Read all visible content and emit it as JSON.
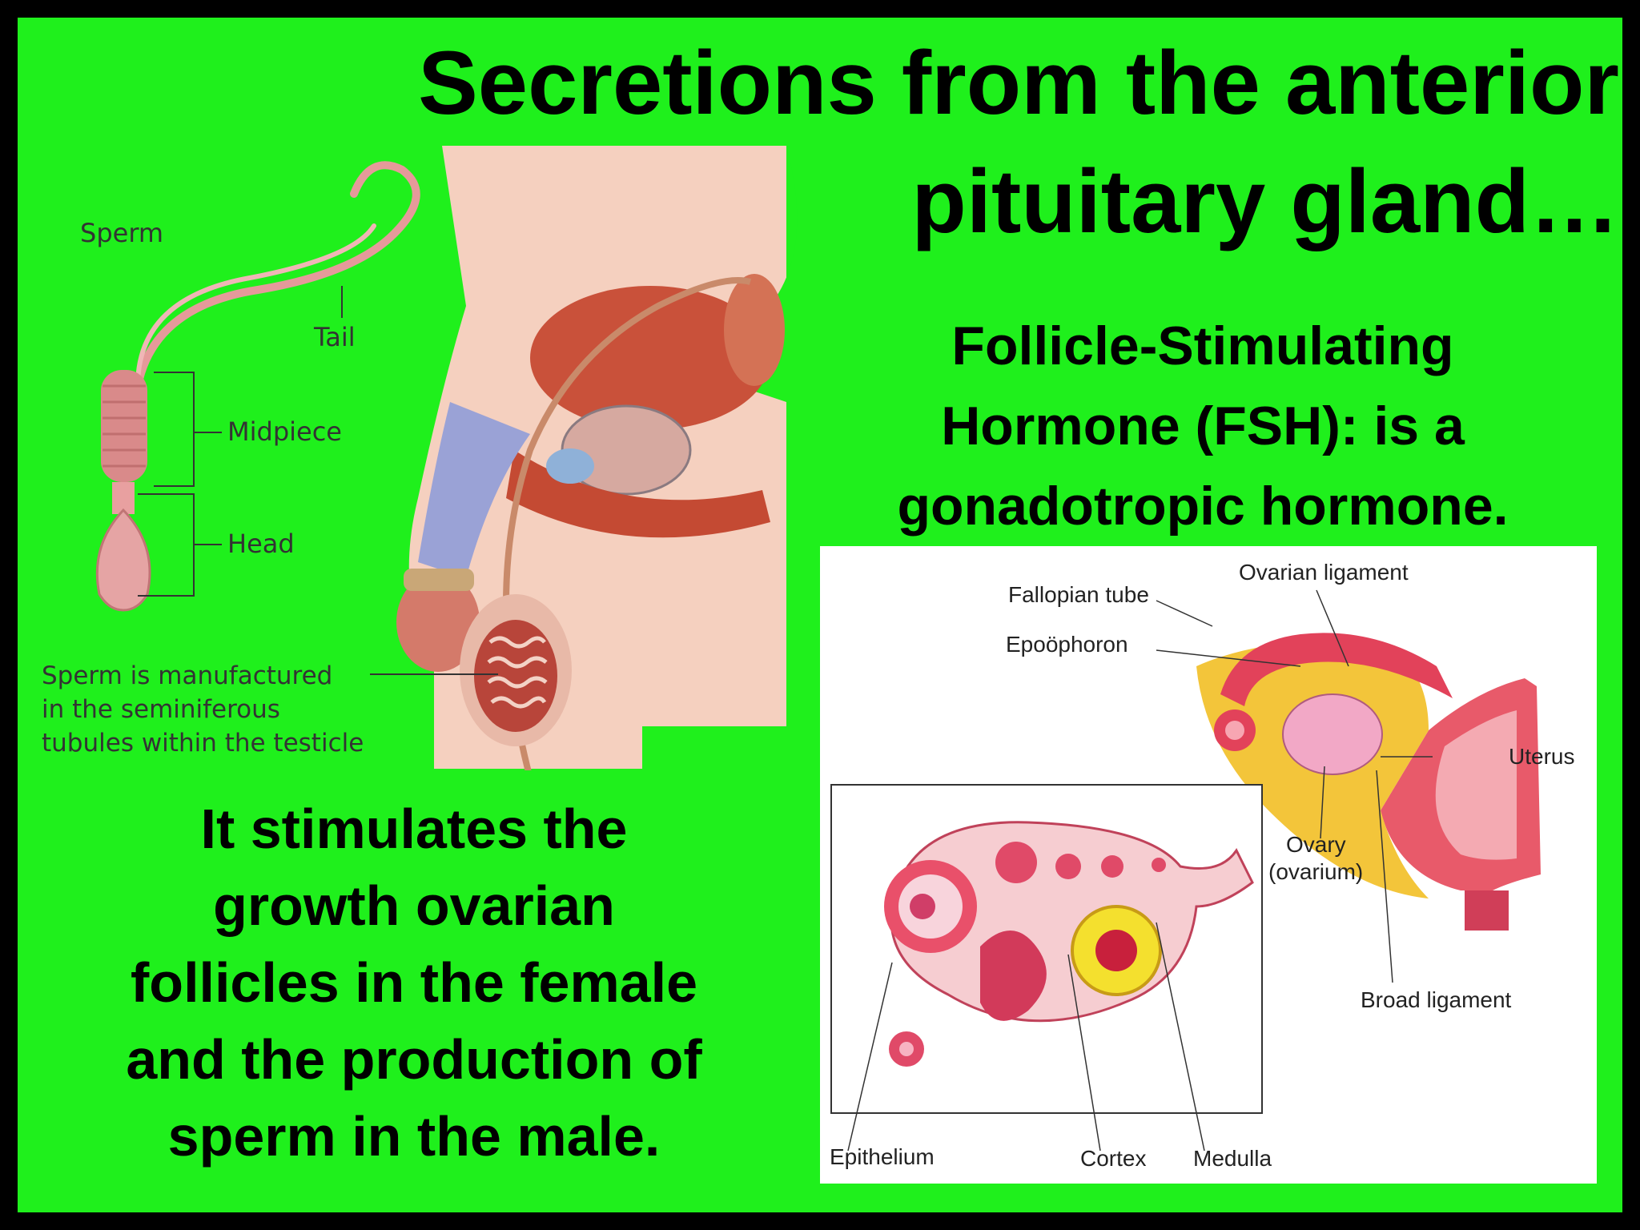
{
  "title": {
    "line1": "Secretions from the anterior",
    "line2": "pituitary gland…"
  },
  "fsh_text": {
    "line1": "Follicle-Stimulating",
    "line2": "Hormone (FSH):  is a",
    "line3": "gonadotropic hormone."
  },
  "stimulates_text": {
    "line1": "It stimulates the",
    "line2": "growth ovarian",
    "line3": "follicles in the female",
    "line4": "and the production of",
    "line5": "sperm in the male."
  },
  "male_figure": {
    "sperm_label": "Sperm",
    "tail_label": "Tail",
    "midpiece_label": "Midpiece",
    "head_label": "Head",
    "caption_line1": "Sperm is manufactured",
    "caption_line2": "in the seminiferous",
    "caption_line3": "tubules within the testicle"
  },
  "female_figure": {
    "ovarian_ligament": "Ovarian ligament",
    "fallopian_tube": "Fallopian tube",
    "epoophoron": "Epoöphoron",
    "uterus": "Uterus",
    "ovary": "Ovary",
    "ovarium": "(ovarium)",
    "broad_ligament": "Broad ligament",
    "epithelium": "Epithelium",
    "cortex": "Cortex",
    "medulla": "Medulla"
  }
}
